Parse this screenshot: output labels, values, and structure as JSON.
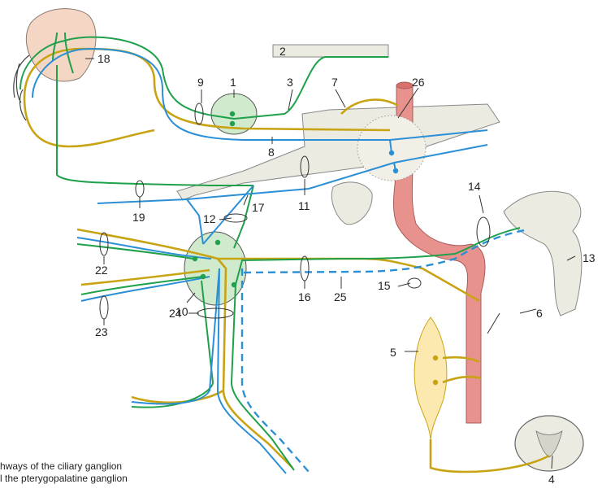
{
  "figure": {
    "caption_line1": "hways of the ciliary ganglion",
    "caption_line2": "l the pterygopalatine ganglion"
  },
  "labels": {
    "l1": "1",
    "l2": "2",
    "l3": "3",
    "l4": "4",
    "l5": "5",
    "l6": "6",
    "l7": "7",
    "l8": "8",
    "l9": "9",
    "l10": "10",
    "l11": "11",
    "l12": "12",
    "l13": "13",
    "l14": "14",
    "l15": "15",
    "l16": "16",
    "l17": "17",
    "l18": "18",
    "l19": "19",
    "l22": "22",
    "l23": "23",
    "l24": "24",
    "l25": "25",
    "l26": "26"
  },
  "colors": {
    "sympathetic": "#c8a415",
    "parasympathetic": "#1fa04a",
    "sensory": "#2b8fd6",
    "artery": "#e8928e",
    "ganglion": "#cfeacd",
    "bone": "#ecebe2",
    "gland": "#f3d7c4"
  }
}
